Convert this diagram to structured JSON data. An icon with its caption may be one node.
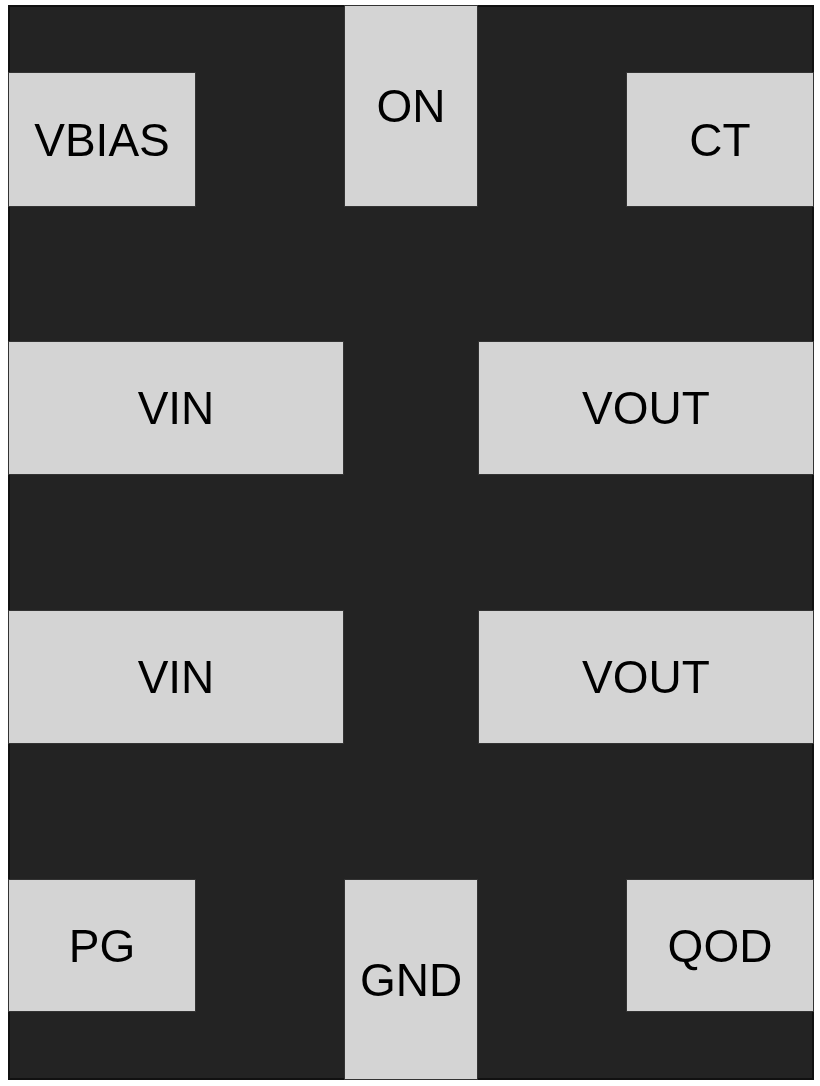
{
  "diagram": {
    "nodes": [
      {
        "text": [],
        "shape": "box"
      },
      {
        "text": [
          "VBIAS"
        ],
        "in": 0
      },
      {
        "text": [
          "ON"
        ],
        "in": 0
      },
      {
        "text": [
          "CT"
        ],
        "in": 0
      },
      {
        "text": [
          "VIN"
        ],
        "in": 0
      },
      {
        "text": [
          "VOUT"
        ],
        "in": 0
      },
      {
        "text": [
          "VIN"
        ],
        "in": 0
      },
      {
        "text": [
          "VOUT"
        ],
        "in": 0
      },
      {
        "text": [
          "PG"
        ],
        "in": 0
      },
      {
        "text": [
          "GND"
        ],
        "in": 0
      },
      {
        "text": [
          "QOD"
        ],
        "in": 0
      }
    ]
  }
}
